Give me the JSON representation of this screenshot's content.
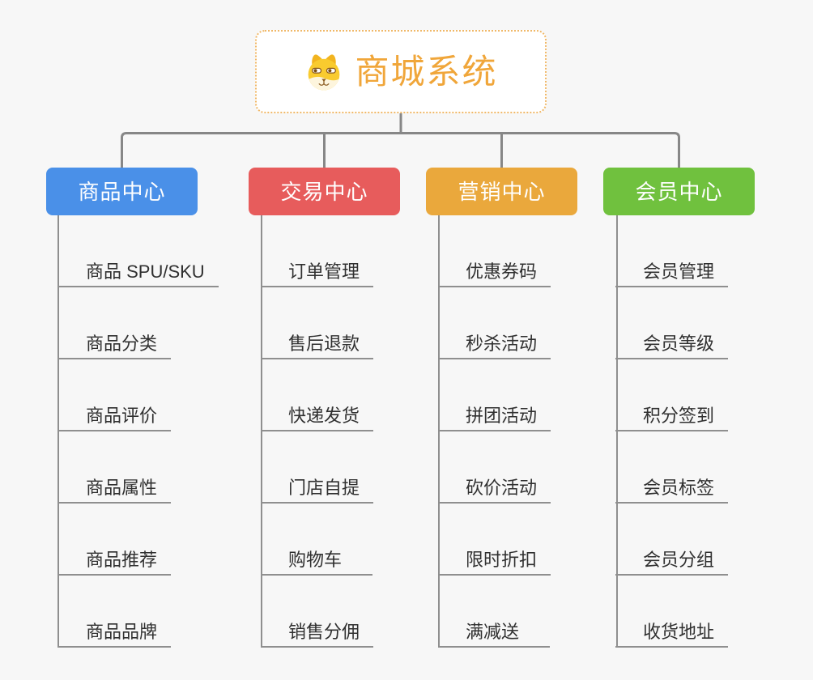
{
  "page": {
    "background": "#f7f7f7"
  },
  "styles": {
    "connector_color": "#878787",
    "guide_color": "#8f8f8f",
    "item_text_color": "#303030"
  },
  "root": {
    "title": "商城系统",
    "title_color": "#f0a63a",
    "border_color": "#f0b868",
    "icon": "dog-face-icon"
  },
  "branches": [
    {
      "label": "商品中心",
      "color": "#4a90e8",
      "children": [
        "商品 SPU/SKU",
        "商品分类",
        "商品评价",
        "商品属性",
        "商品推荐",
        "商品品牌"
      ]
    },
    {
      "label": "交易中心",
      "color": "#e75c5c",
      "children": [
        "订单管理",
        "售后退款",
        "快递发货",
        "门店自提",
        "购物车",
        "销售分佣"
      ]
    },
    {
      "label": "营销中心",
      "color": "#eaa83c",
      "children": [
        "优惠券码",
        "秒杀活动",
        "拼团活动",
        "砍价活动",
        "限时折扣",
        "满减送"
      ]
    },
    {
      "label": "会员中心",
      "color": "#70c13e",
      "children": [
        "会员管理",
        "会员等级",
        "积分签到",
        "会员标签",
        "会员分组",
        "收货地址"
      ]
    }
  ]
}
